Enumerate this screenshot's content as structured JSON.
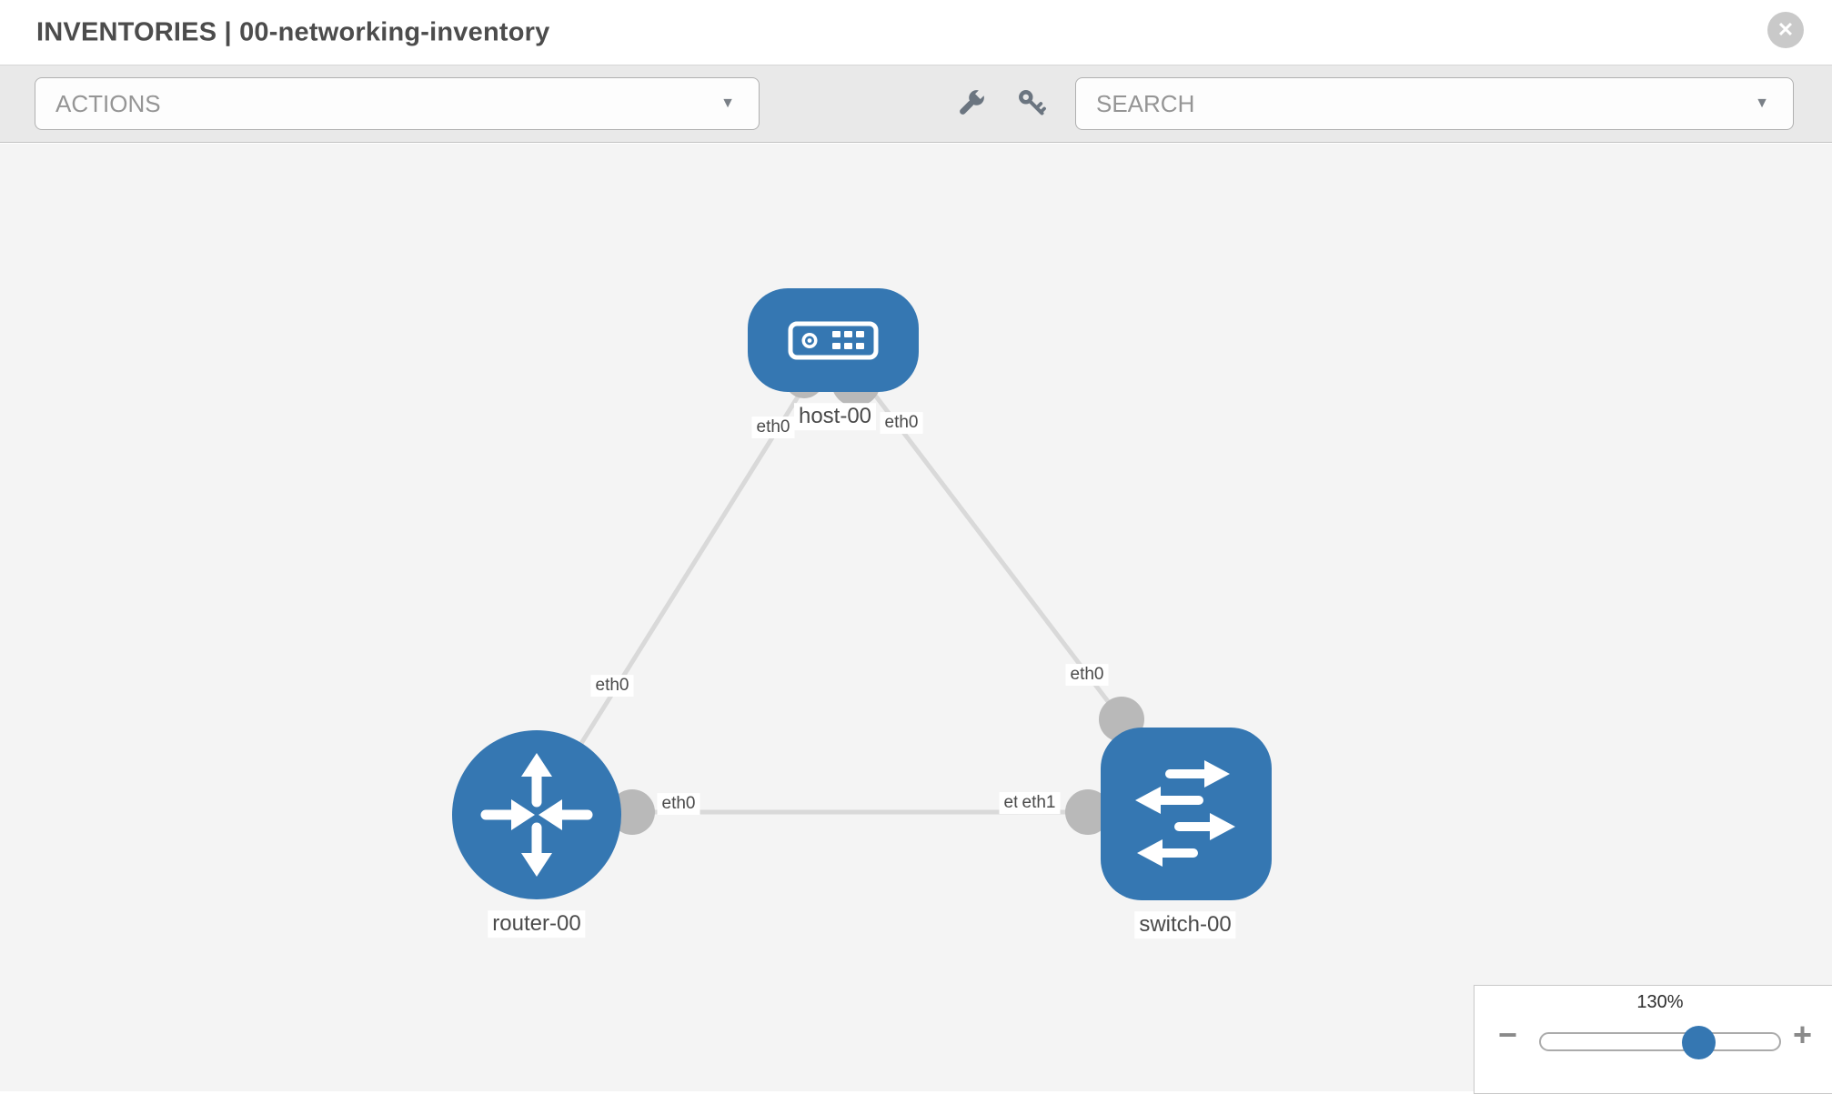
{
  "header": {
    "title": "INVENTORIES | 00-networking-inventory",
    "close_glyph": "✕"
  },
  "toolbar": {
    "actions_label": "ACTIONS",
    "search_label": "SEARCH",
    "caret_glyph": "▼",
    "icons": {
      "wrench": "wrench-icon",
      "key": "key-icon"
    }
  },
  "topology": {
    "nodes": [
      {
        "id": "host-00",
        "type": "host",
        "label": "host-00"
      },
      {
        "id": "router-00",
        "type": "router",
        "label": "router-00"
      },
      {
        "id": "switch-00",
        "type": "switch",
        "label": "switch-00"
      }
    ],
    "links": [
      {
        "from": "host-00",
        "to": "router-00",
        "from_interface": "eth0",
        "to_interface": "eth0"
      },
      {
        "from": "host-00",
        "to": "switch-00",
        "from_interface": "eth0",
        "to_interface": "eth0"
      },
      {
        "from": "router-00",
        "to": "switch-00",
        "from_interface": "eth0",
        "to_interface": "eth1"
      }
    ],
    "interface_labels": {
      "host_left": "eth0",
      "host_right": "eth0",
      "router_link": "eth0",
      "switch_link": "eth0",
      "router_bottom": "eth0",
      "switch_bottom_back": "eth0",
      "switch_bottom_front": "eth1"
    }
  },
  "zoom_control": {
    "value": "130%",
    "zoom_out_glyph": "−",
    "zoom_in_glyph": "+"
  },
  "colors": {
    "node_blue": "#3577b2",
    "connector_gray": "#b9b9b9",
    "link_gray": "#d9d9d9",
    "toolbar_gray": "#e9e9e9"
  }
}
